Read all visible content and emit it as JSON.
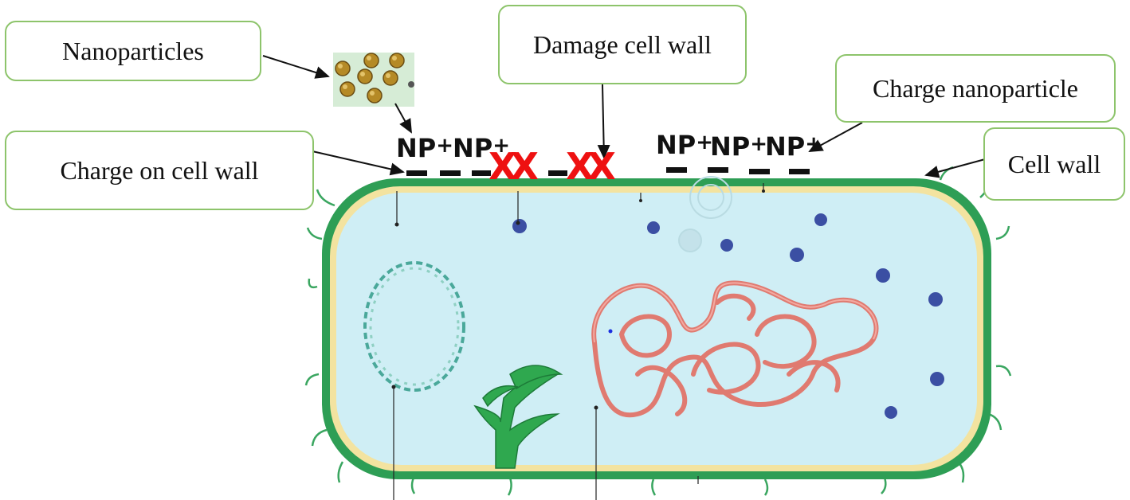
{
  "labels": {
    "nanoparticles": "Nanoparticles",
    "damage_cell_wall": "Damage cell wall",
    "charge_nanoparticle": "Charge nanoparticle",
    "charge_on_cell_wall": "Charge on cell wall",
    "cell_wall": "Cell wall"
  },
  "particle_text": {
    "np": "NP",
    "plus": "+",
    "damage_mark": "XX"
  },
  "colors": {
    "callout_border": "#8dc46b",
    "cell_wall": "#2e9e55",
    "membrane": "#f3e3a0",
    "cytoplasm": "#cfeef5",
    "dna": "#e07a70",
    "plasmid": "#4aa89a",
    "ribosome": "#3b4fa3",
    "damage_mark": "#ee1111"
  }
}
